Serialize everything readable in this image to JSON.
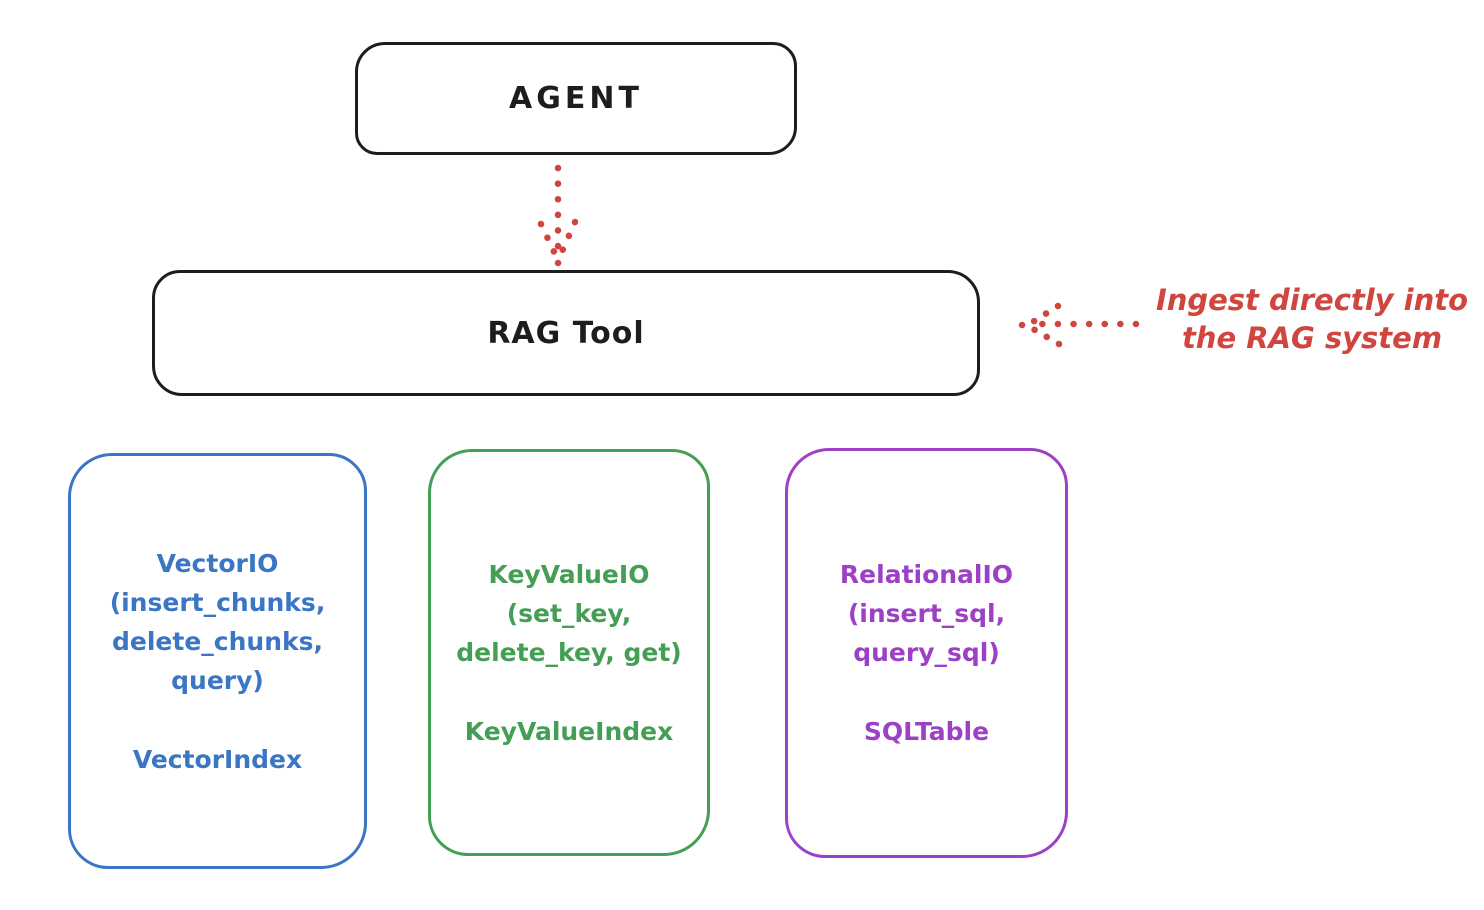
{
  "agent_box": {
    "label": "AGENT",
    "border_color": "#1d1d1d"
  },
  "rag_tool_box": {
    "label": "RAG Tool",
    "border_color": "#1d1d1d"
  },
  "ingest_annotation": {
    "line1": "Ingest directly into",
    "line2": "the RAG system",
    "color": "#d0453e"
  },
  "arrows": {
    "agent_to_rag_tool": {
      "style": "dotted",
      "direction": "down",
      "color": "#d0453e"
    },
    "annotation_to_rag_tool": {
      "style": "dotted",
      "direction": "left",
      "color": "#d0453e"
    }
  },
  "backends": [
    {
      "name": "vector-io",
      "color": "#3b76c4",
      "lines": [
        "VectorIO",
        "(insert_chunks,",
        "delete_chunks,",
        "query)"
      ],
      "index_label": "VectorIndex"
    },
    {
      "name": "keyvalue-io",
      "color": "#449e53",
      "lines": [
        "KeyValueIO",
        "(set_key,",
        "delete_key, get)"
      ],
      "index_label": "KeyValueIndex"
    },
    {
      "name": "relational-io",
      "color": "#9c40c6",
      "lines": [
        "RelationalIO",
        "(insert_sql,",
        "query_sql)"
      ],
      "index_label": "SQLTable"
    }
  ]
}
